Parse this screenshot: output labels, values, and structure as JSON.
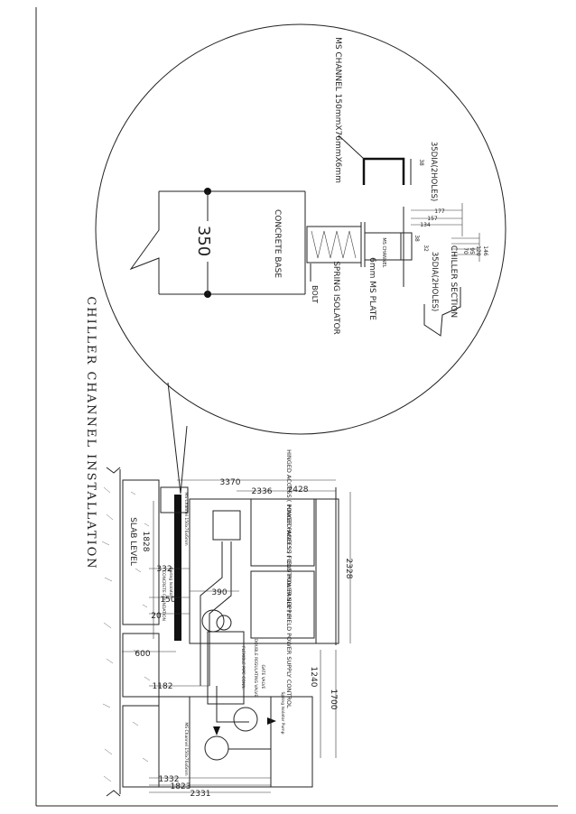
{
  "title": "CHILLER CHANNEL INSTALLATION",
  "detail": {
    "ms_channel": "MS CHANNEL 150mmX76mmX6mm",
    "holes_top": "35DIA(2HOLES)",
    "dim_38": "38",
    "dim_177": "177",
    "dim_157": "157",
    "dim_134": "134",
    "concrete_base": "CONCRETE BASE",
    "dim_350": "350",
    "spring_isolator": "SPRING ISOLATOR",
    "bolt": "BOLT",
    "ms_plate": "6mm MS PLATE",
    "ms_channel_small": "MS CHANNEL",
    "dim_38b": "38",
    "dim_32": "32",
    "holes_bottom": "35DIA(2HOLES)",
    "chiller_section": "CHILLER SECTION",
    "dim_146": "146",
    "dim_120": "120",
    "dim_95": "95",
    "dim_70": "70"
  },
  "plan": {
    "dim_3370": "3370",
    "dim_2336": "2336",
    "dim_2428": "2428",
    "dim_2328": "2328",
    "dim_1828": "1828",
    "slab_level": "SLAB LEVEL",
    "dim_332": "332",
    "dim_390": "390",
    "dim_150": "150",
    "dim_20": "20",
    "dim_600": "600",
    "dim_1182": "1182",
    "dim_1240": "1240",
    "dim_1700": "1700",
    "dim_1332": "1332",
    "dim_1823": "1823",
    "dim_2331": "2331",
    "panel_power": "HINGED ACCESS ( POWER PANELS ) FIELD POWER SUPPLY",
    "panel_control": "HINGED ACCESS ( CONTROL PANEL ) FIELD POWER SUPPLY CONTROL",
    "spring_isolator_small": "Spring Isolator",
    "concrete_foundation": "CONCRETE FOUNDATION",
    "channel_small": "MS Channel 150x76x6mm",
    "flexible_joint": "FLEXIBLE PIPE CONN.",
    "gate_valve": "GATE VALVE",
    "double_regulating": "DOUBLE REGULATING VALVE",
    "spring_isolator_pump": "Spring Isolator Pump",
    "ms_channel_lower": "MS Channel 150x76x6mm"
  }
}
